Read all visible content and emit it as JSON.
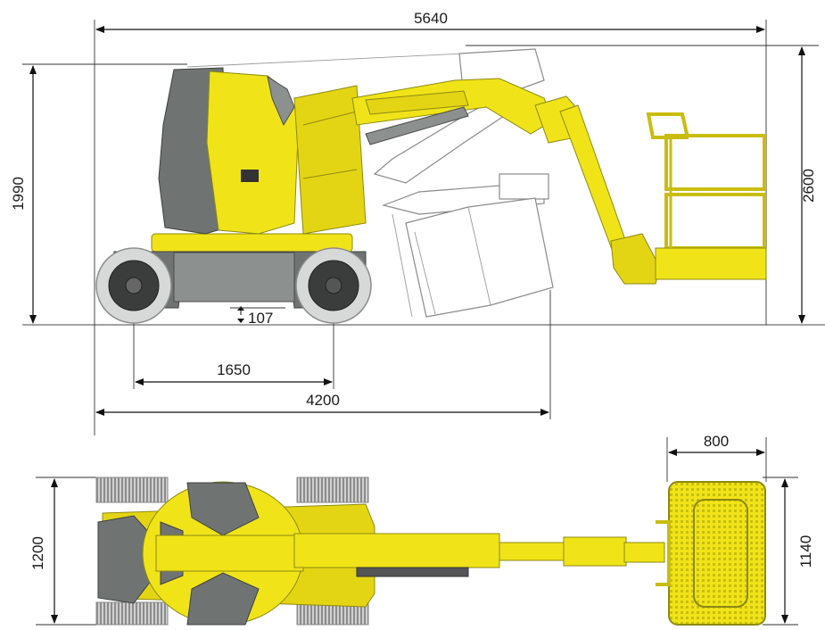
{
  "dimensions": {
    "overall_length": "5640",
    "stowed_height": "1990",
    "max_height": "2600",
    "ground_clearance": "107",
    "wheelbase": "1650",
    "stowed_length": "4200",
    "platform_width": "800",
    "overall_width": "1200",
    "platform_length": "1140"
  },
  "colors": {
    "machine_yellow": "#f0e419",
    "chassis_grey": "#6f7372",
    "tyre_grey": "#d7d8d8",
    "ghost_outline": "#8a8a8a"
  }
}
